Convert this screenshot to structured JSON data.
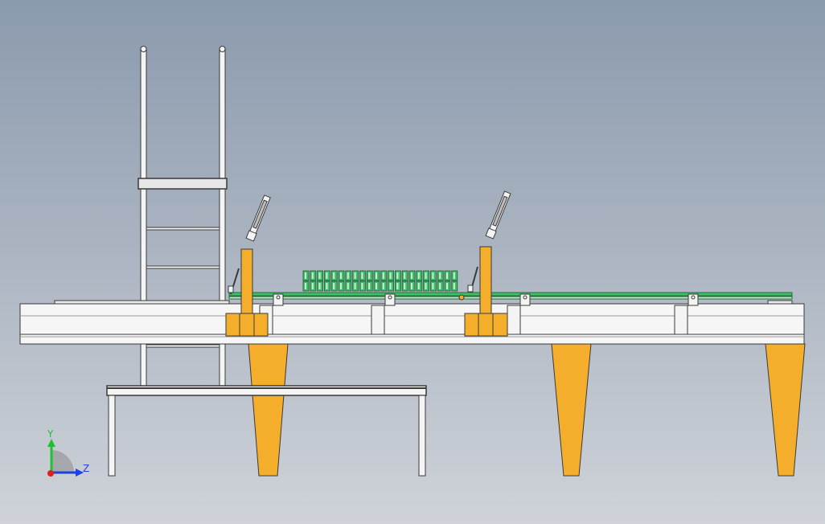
{
  "viewport": {
    "background_top": "#8b9aad",
    "background_bottom": "#cfd3d9"
  },
  "colors": {
    "steel_light": "#f4f4f4",
    "steel_mid": "#d8d8d8",
    "edge": "#3a3a3a",
    "orange_part": "#f5ad2c",
    "green_part": "#3fbf6a",
    "axis_x": "#e02020",
    "axis_y": "#20c030",
    "axis_z": "#2040e0"
  },
  "triad": {
    "y_label": "Y",
    "z_label": "Z",
    "icon": "view-orientation-triad-icon"
  },
  "parts": {
    "conveyor": "conveyor-frame",
    "ladder": "ladder-tower",
    "platform": "work-platform",
    "cylinders": "pneumatic-cylinder",
    "bottles": "bottle-group",
    "legs": "support-leg"
  }
}
